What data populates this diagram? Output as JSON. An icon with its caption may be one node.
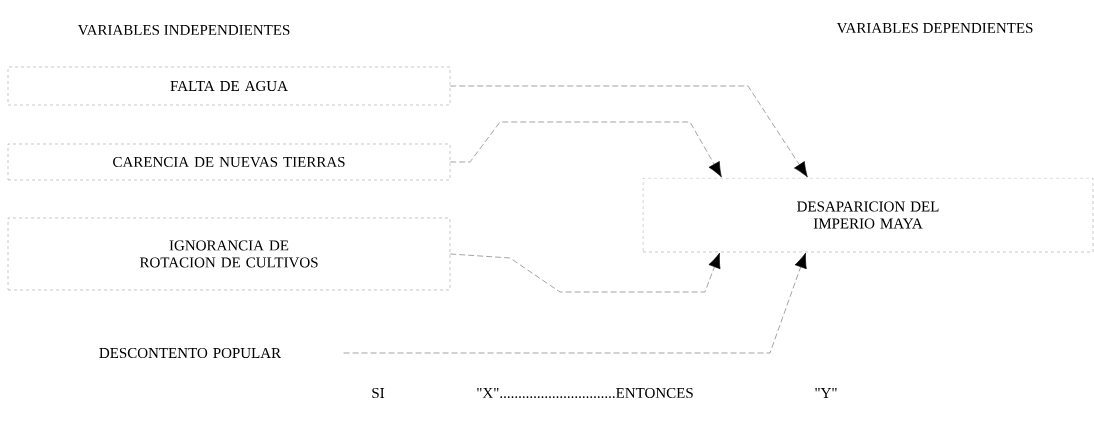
{
  "diagram": {
    "nodes": [
      {
        "text": [
          "FALTA DE AGUA"
        ]
      },
      {
        "text": [
          "CARENCIA DE NUEVAS TIERRAS"
        ]
      },
      {
        "text": [
          "IGNORANCIA DE ROTACION DE CULTIVOS"
        ]
      },
      {
        "text": [
          "DESCONTENTO POPULAR"
        ]
      },
      {
        "text": [
          "DESAPARICION DEL IMPERIO MAYA"
        ]
      }
    ],
    "edges": [
      {
        "from": 0,
        "to": 4,
        "arrow": "to"
      },
      {
        "from": 1,
        "to": 4,
        "arrow": "to"
      },
      {
        "from": 2,
        "to": 4,
        "arrow": "to"
      },
      {
        "from": 3,
        "to": 4,
        "arrow": "to"
      }
    ],
    "labels": [
      "VARIABLES INDEPENDIENTES",
      "VARIABLES DEPENDIENTES",
      "SI",
      "\"X\"...............................ENTONCES",
      "\"Y\""
    ]
  }
}
